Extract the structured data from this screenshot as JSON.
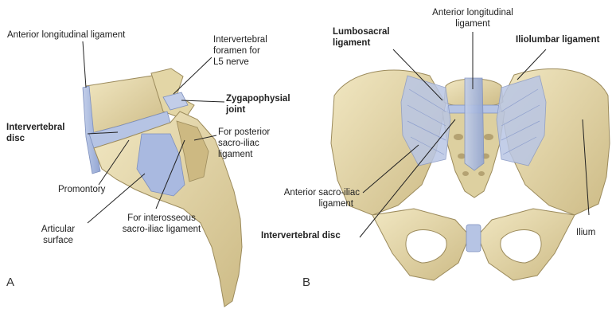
{
  "panel_a": {
    "letter": "A",
    "labels": {
      "anterior_longitudinal_ligament": "Anterior longitudinal ligament",
      "intervertebral_foramen_l1": "Intervertebral",
      "intervertebral_foramen_l2": "foramen for",
      "intervertebral_foramen_l3": "L5 nerve",
      "zygapophysial_joint_l1": "Zygapophysial",
      "zygapophysial_joint_l2": "joint",
      "intervertebral_disc_l1": "Intervertebral",
      "intervertebral_disc_l2": "disc",
      "posterior_sacroiliac_l1": "For posterior",
      "posterior_sacroiliac_l2": "sacro-iliac",
      "posterior_sacroiliac_l3": "ligament",
      "promontory": "Promontory",
      "articular_surface_l1": "Articular",
      "articular_surface_l2": "surface",
      "interosseous_l1": "For interosseous",
      "interosseous_l2": "sacro-iliac ligament"
    }
  },
  "panel_b": {
    "letter": "B",
    "labels": {
      "anterior_longitudinal_l1": "Anterior longitudinal",
      "anterior_longitudinal_l2": "ligament",
      "lumbosacral_l1": "Lumbosacral",
      "lumbosacral_l2": "ligament",
      "iliolumbar": "Iliolumbar ligament",
      "anterior_sacroiliac_l1": "Anterior sacro-iliac",
      "anterior_sacroiliac_l2": "ligament",
      "intervertebral_disc": "Intervertebral disc",
      "ilium": "Ilium"
    }
  },
  "colors": {
    "bone": "#e8dcb0",
    "bone_shadow": "#c9b98a",
    "ligament": "#aab8dc",
    "cartilage": "#b8c6e6",
    "leader_line": "#222222"
  }
}
